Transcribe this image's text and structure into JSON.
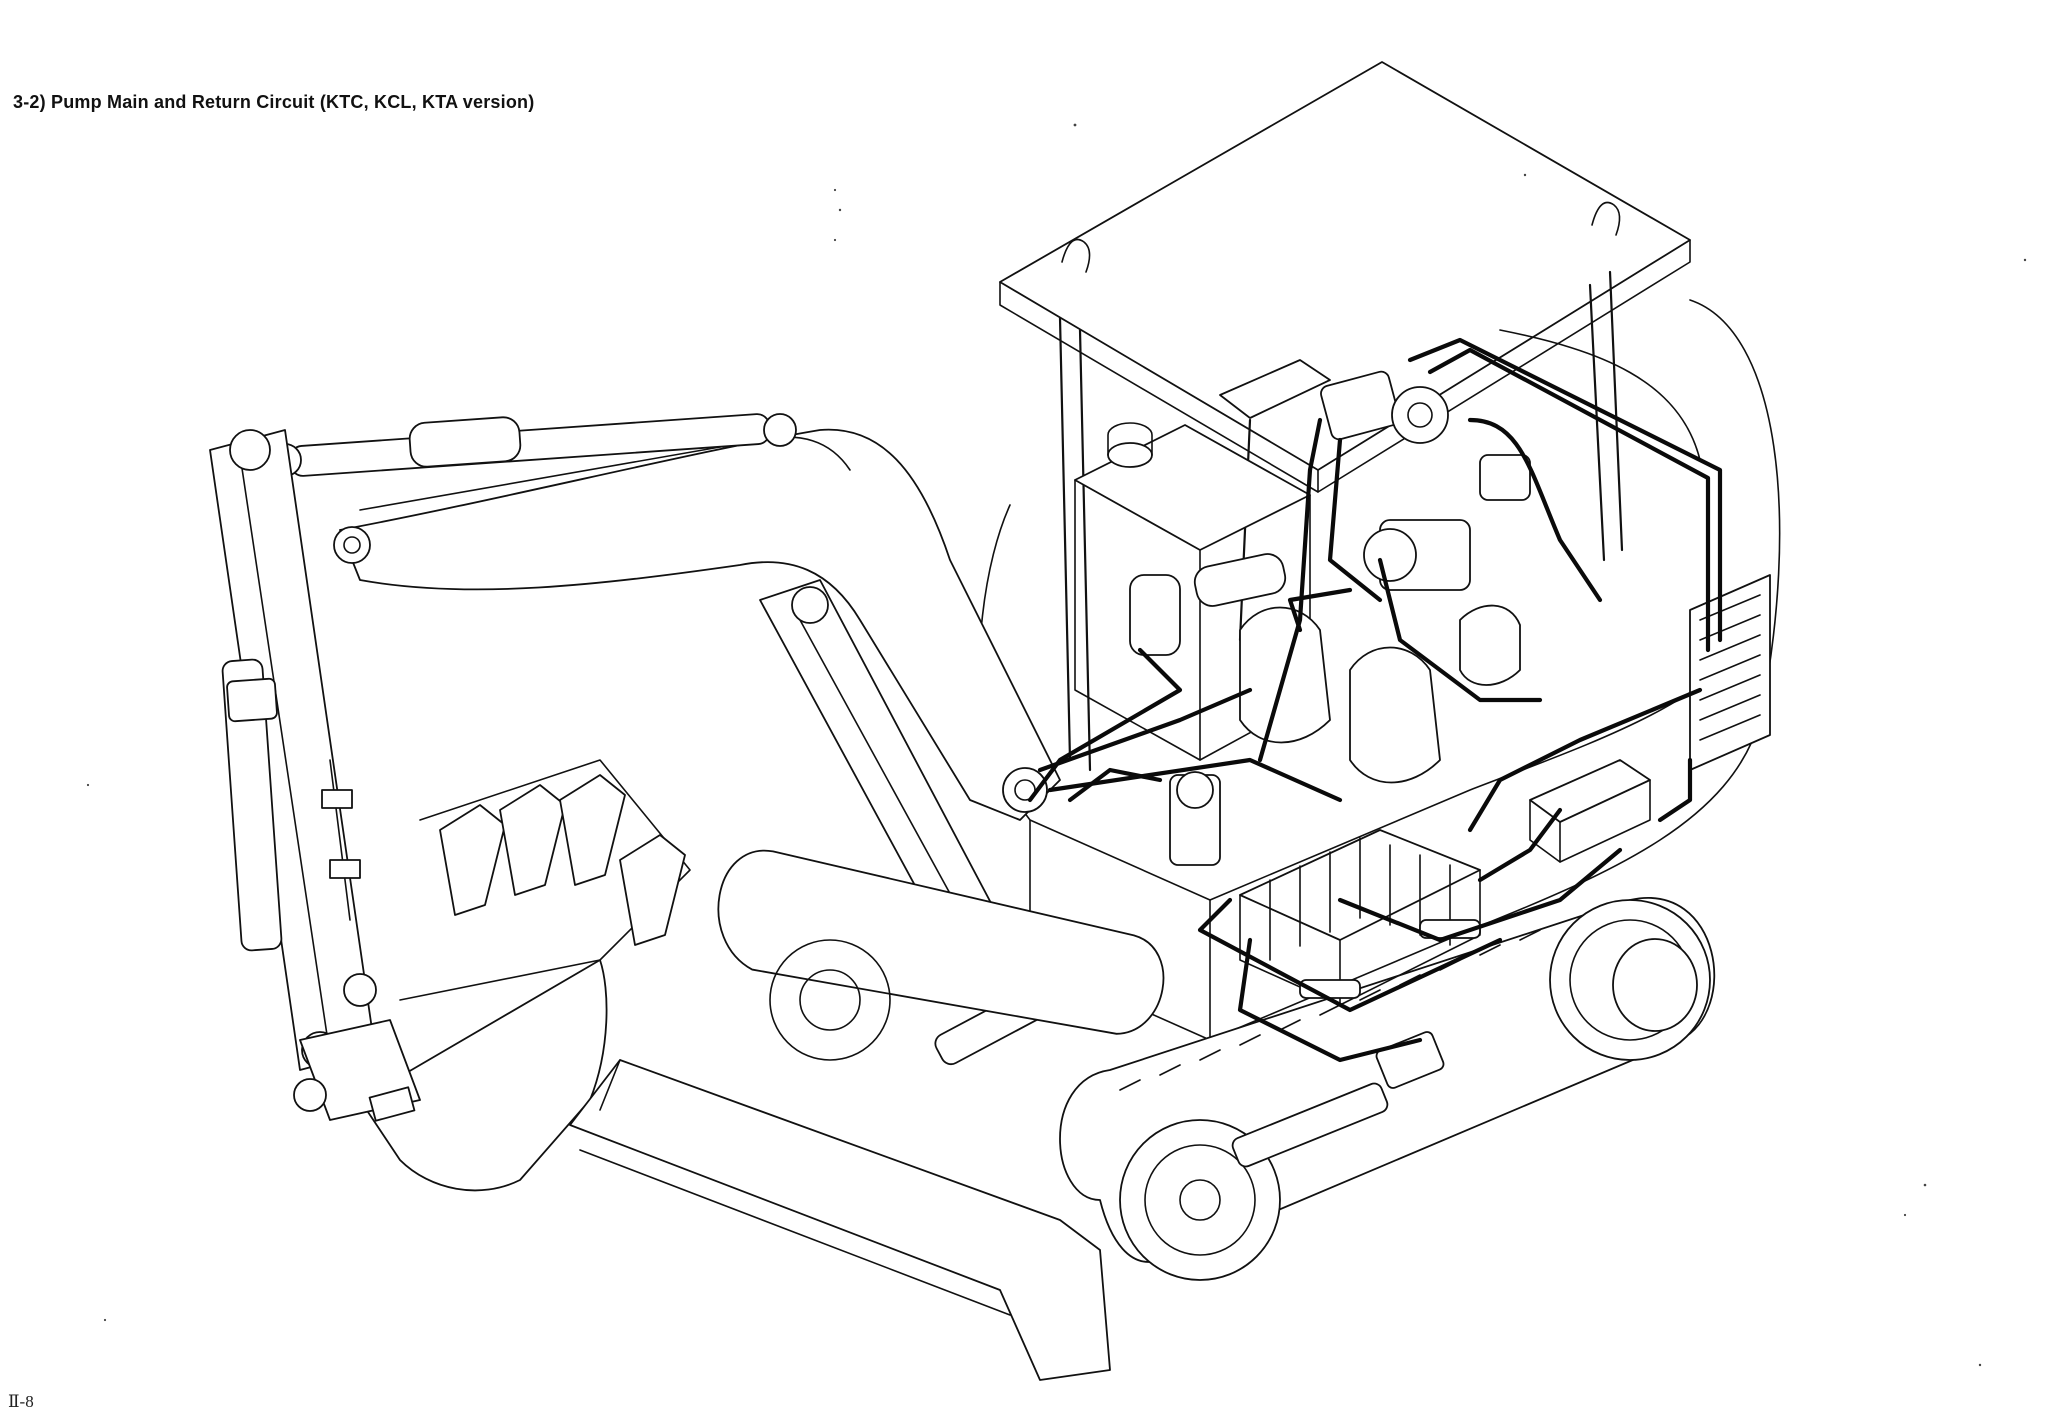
{
  "page": {
    "title": "3-2) Pump Main and Return Circuit (KTC, KCL, KTA version)",
    "page_number": "Ⅱ-8"
  },
  "figure": {
    "subject": "mini-excavator-hydraulic-circuit-illustration",
    "icons": [
      "excavator-drawing",
      "canopy",
      "boom",
      "arm",
      "bucket",
      "dozer-blade",
      "crawler-track",
      "pump",
      "control-valve",
      "oil-cooler",
      "hydraulic-hose"
    ]
  }
}
